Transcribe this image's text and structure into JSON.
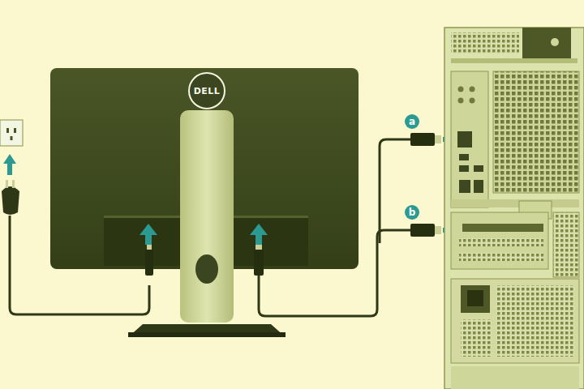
{
  "diagram": {
    "nodes": [
      {
        "text": [
          "DELL"
        ]
      },
      {
        "text": [
          "a"
        ]
      },
      {
        "text": [
          "b"
        ]
      }
    ]
  }
}
